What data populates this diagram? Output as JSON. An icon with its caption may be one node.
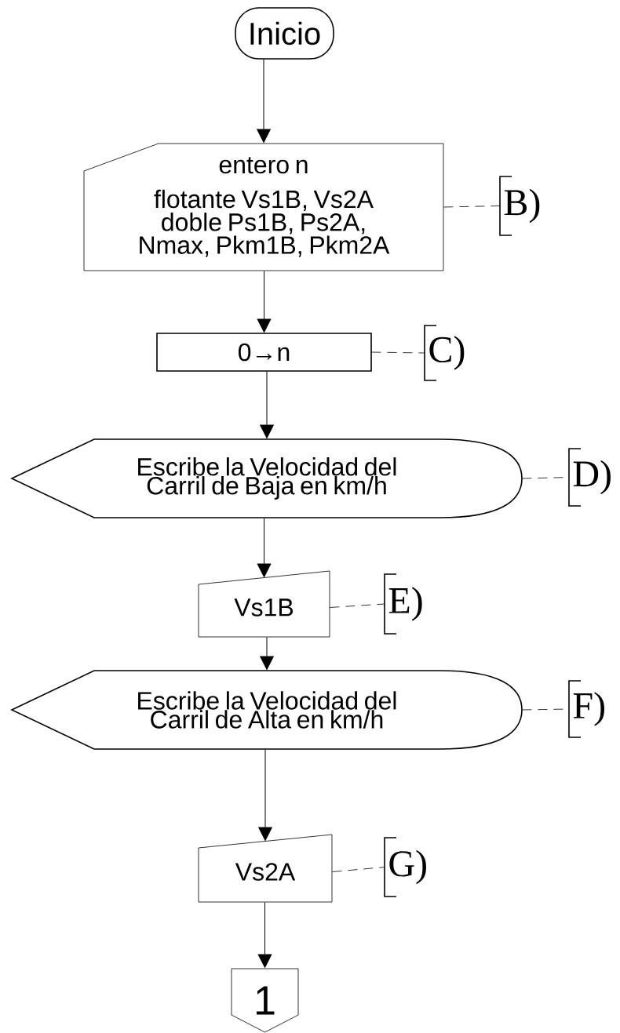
{
  "diagram": {
    "nodes": [
      {
        "text": [
          "Inicio"
        ]
      },
      {
        "text": [
          "entero n",
          "flotante Vs1B, Vs2A",
          "doble Ps1B, Ps2A, Nmax, Pkm1B, Pkm2A"
        ]
      },
      {
        "text": [
          "0→n"
        ]
      },
      {
        "text": [
          "Escribe la Velocidad del Carril de Baja en km/h"
        ]
      },
      {
        "text": [
          "Vs1B"
        ]
      },
      {
        "text": [
          "Escribe la Velocidad del Carril de Alta en km/h"
        ]
      },
      {
        "text": [
          "Vs2A"
        ]
      },
      {
        "text": [
          "1"
        ]
      },
      {
        "text": [
          "B)"
        ]
      },
      {
        "text": [
          "C)"
        ]
      },
      {
        "text": [
          "D)"
        ]
      },
      {
        "text": [
          "E)"
        ]
      },
      {
        "text": [
          "F)"
        ]
      },
      {
        "text": [
          "G)"
        ]
      }
    ],
    "edges": [
      {
        "from": 0,
        "to": 1,
        "arrow": "to"
      },
      {
        "from": 1,
        "to": 2,
        "arrow": "to"
      },
      {
        "from": 2,
        "to": 3,
        "arrow": "to"
      },
      {
        "from": 3,
        "to": 4,
        "arrow": "to"
      },
      {
        "from": 4,
        "to": 5,
        "arrow": "to"
      },
      {
        "from": 5,
        "to": 6,
        "arrow": "to"
      },
      {
        "from": 6,
        "to": 7,
        "arrow": "to"
      },
      {
        "from": 1,
        "to": 8,
        "arrow": "none",
        "style": "dashed"
      },
      {
        "from": 2,
        "to": 9,
        "arrow": "none",
        "style": "dashed"
      },
      {
        "from": 3,
        "to": 10,
        "arrow": "none",
        "style": "dashed"
      },
      {
        "from": 4,
        "to": 11,
        "arrow": "none",
        "style": "dashed"
      },
      {
        "from": 5,
        "to": 12,
        "arrow": "none",
        "style": "dashed"
      },
      {
        "from": 6,
        "to": 13,
        "arrow": "none",
        "style": "dashed"
      }
    ]
  }
}
